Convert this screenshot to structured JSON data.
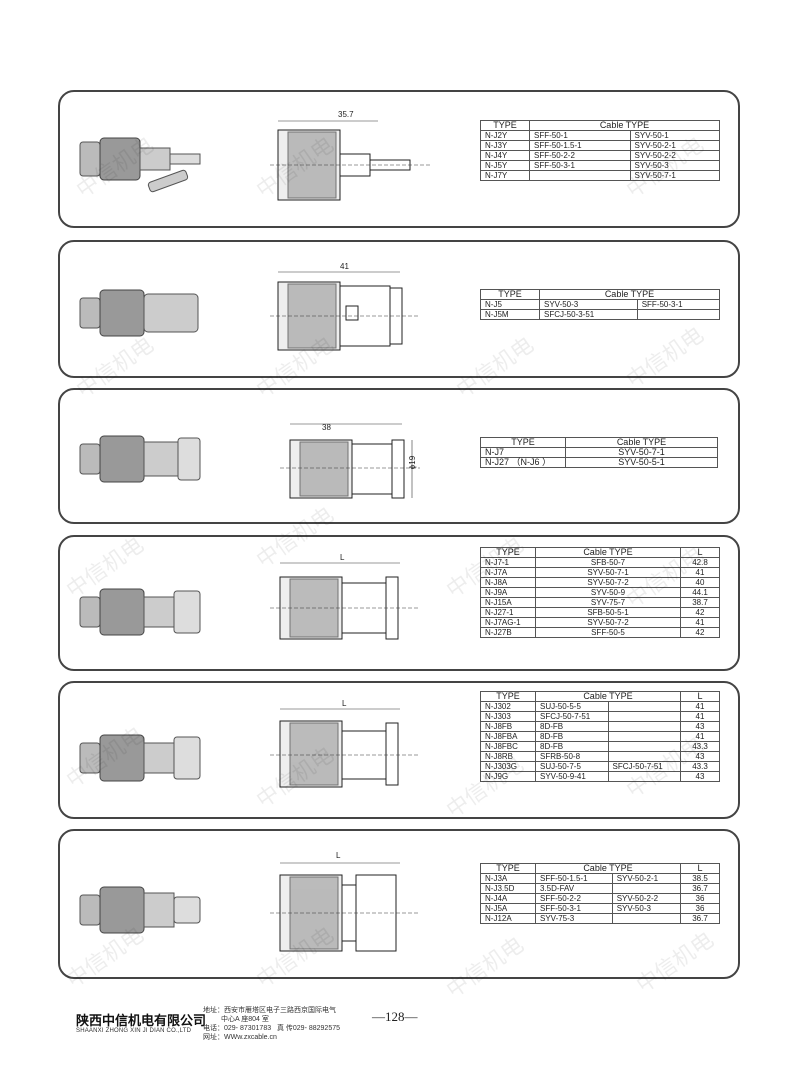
{
  "panels": [
    {
      "dim": "35.7",
      "headers": [
        "TYPE",
        "Cable TYPE"
      ],
      "rows": [
        [
          "N-J2Y",
          "SFF-50-1",
          "SYV-50-1"
        ],
        [
          "N-J3Y",
          "SFF-50-1.5-1",
          "SYV-50-2-1"
        ],
        [
          "N-J4Y",
          "SFF-50-2-2",
          "SYV-50-2-2"
        ],
        [
          "N-J5Y",
          "SFF-50-3-1",
          "SYV-50-3"
        ],
        [
          "N-J7Y",
          "",
          "SYV-50-7-1"
        ]
      ]
    },
    {
      "dim": "41",
      "headers": [
        "TYPE",
        "Cable TYPE"
      ],
      "rows": [
        [
          "N-J5",
          "SYV-50-3",
          "SFF-50-3-1"
        ],
        [
          "N-J5M",
          "SFCJ-50-3-51",
          ""
        ]
      ]
    },
    {
      "dim": "38",
      "dim2": "ϕ19",
      "headers": [
        "TYPE",
        "Cable TYPE"
      ],
      "rows": [
        [
          "N-J7",
          "SYV-50-7-1"
        ],
        [
          "N-J27 （N-J6 ）",
          "SYV-50-5-1"
        ]
      ]
    },
    {
      "dim": "L",
      "headers": [
        "TYPE",
        "Cable TYPE",
        "L"
      ],
      "rows": [
        [
          "N-J7-1",
          "SFB-50-7",
          "42.8"
        ],
        [
          "N-J7A",
          "SYV-50-7-1",
          "41"
        ],
        [
          "N-J8A",
          "SYV-50-7-2",
          "40"
        ],
        [
          "N-J9A",
          "SYV-50-9",
          "44.1"
        ],
        [
          "N-J15A",
          "SYV-75-7",
          "38.7"
        ],
        [
          "N-J27-1",
          "SFB-50-5-1",
          "42"
        ],
        [
          "N-J7AG-1",
          "SYV-50-7-2",
          "41"
        ],
        [
          "N-J27B",
          "SFF-50-5",
          "42"
        ]
      ]
    },
    {
      "dim": "L",
      "headers": [
        "TYPE",
        "Cable TYPE",
        "L"
      ],
      "rows": [
        [
          "N-J302",
          "SUJ-50-5-5",
          "",
          "41"
        ],
        [
          "N-J303",
          "SFCJ-50-7-51",
          "",
          "41"
        ],
        [
          "N-J8FB",
          "8D-FB",
          "",
          "43"
        ],
        [
          "N-J8FBA",
          "8D-FB",
          "",
          "41"
        ],
        [
          "N-J8FBC",
          "8D-FB",
          "",
          "43.3"
        ],
        [
          "N-J8RB",
          "SFRB-50-8",
          "",
          "43"
        ],
        [
          "N-J303G",
          "SUJ-50-7-5",
          "SFCJ-50-7-51",
          "43.3"
        ],
        [
          "N-J9G",
          "SYV-50-9-41",
          "",
          "43"
        ]
      ]
    },
    {
      "dim": "L",
      "headers": [
        "TYPE",
        "Cable TYPE",
        "L"
      ],
      "rows": [
        [
          "N-J3A",
          "SFF-50-1.5-1",
          "SYV-50-2-1",
          "38.5"
        ],
        [
          "N-J3.5D",
          "3.5D-FAV",
          "",
          "36.7"
        ],
        [
          "N-J4A",
          "SFF-50-2-2",
          "SYV-50-2-2",
          "36"
        ],
        [
          "N-J5A",
          "SFF-50-3-1",
          "SYV-50-3",
          "36"
        ],
        [
          "N-J12A",
          "SYV-75-3",
          "",
          "36.7"
        ]
      ]
    }
  ],
  "footer": {
    "company_cn": "陕西中信机电有限公司",
    "company_en": "SHAANXI ZHONG XIN JI DIAN CO.,LTD",
    "address_line1": "地址：西安市雁塔区电子三路西京国际电气",
    "address_line2": "中心A 座804 室",
    "phone": "电话：029- 87301783",
    "fax": "真 传029- 88292575",
    "website": "网址：WWw.zxcable.cn",
    "page_number": "—128—"
  },
  "watermark": "中信机电",
  "colors": {
    "border": "#444444",
    "text": "#222222"
  }
}
